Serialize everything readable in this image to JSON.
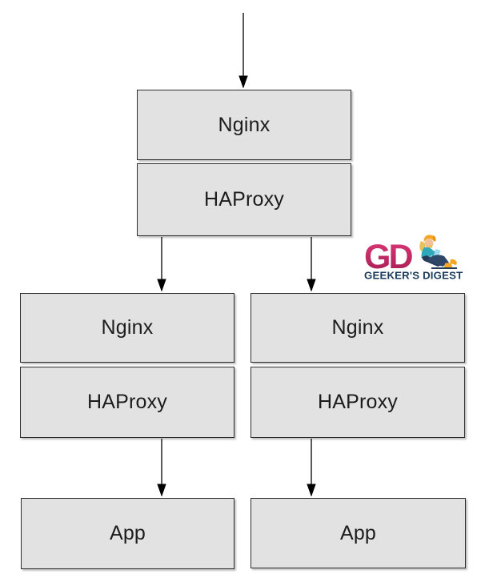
{
  "diagram": {
    "nodes": {
      "top_nginx": {
        "label": "Nginx"
      },
      "top_haproxy": {
        "label": "HAProxy"
      },
      "left_nginx": {
        "label": "Nginx"
      },
      "left_haproxy": {
        "label": "HAProxy"
      },
      "right_nginx": {
        "label": "Nginx"
      },
      "right_haproxy": {
        "label": "HAProxy"
      },
      "left_app": {
        "label": "App"
      },
      "right_app": {
        "label": "App"
      }
    },
    "edges": [
      {
        "from": "incoming-traffic",
        "to": "top_nginx"
      },
      {
        "from": "top_haproxy",
        "to": "left_nginx"
      },
      {
        "from": "top_haproxy",
        "to": "right_nginx"
      },
      {
        "from": "left_haproxy",
        "to": "left_app"
      },
      {
        "from": "right_haproxy",
        "to": "right_app"
      }
    ],
    "colors": {
      "node_fill": "#e2e2e2",
      "node_border": "#2e2e2e",
      "arrow": "#000000"
    }
  },
  "logo": {
    "monogram": "GD",
    "tagline": "GEEKER'S DIGEST",
    "colors": {
      "monogram_pink": "#cb2363",
      "monogram_dark": "#a31c52",
      "tagline_navy": "#1c3b5c",
      "shirt_teal": "#2fa8bc",
      "accent_orange": "#f5a623"
    }
  }
}
